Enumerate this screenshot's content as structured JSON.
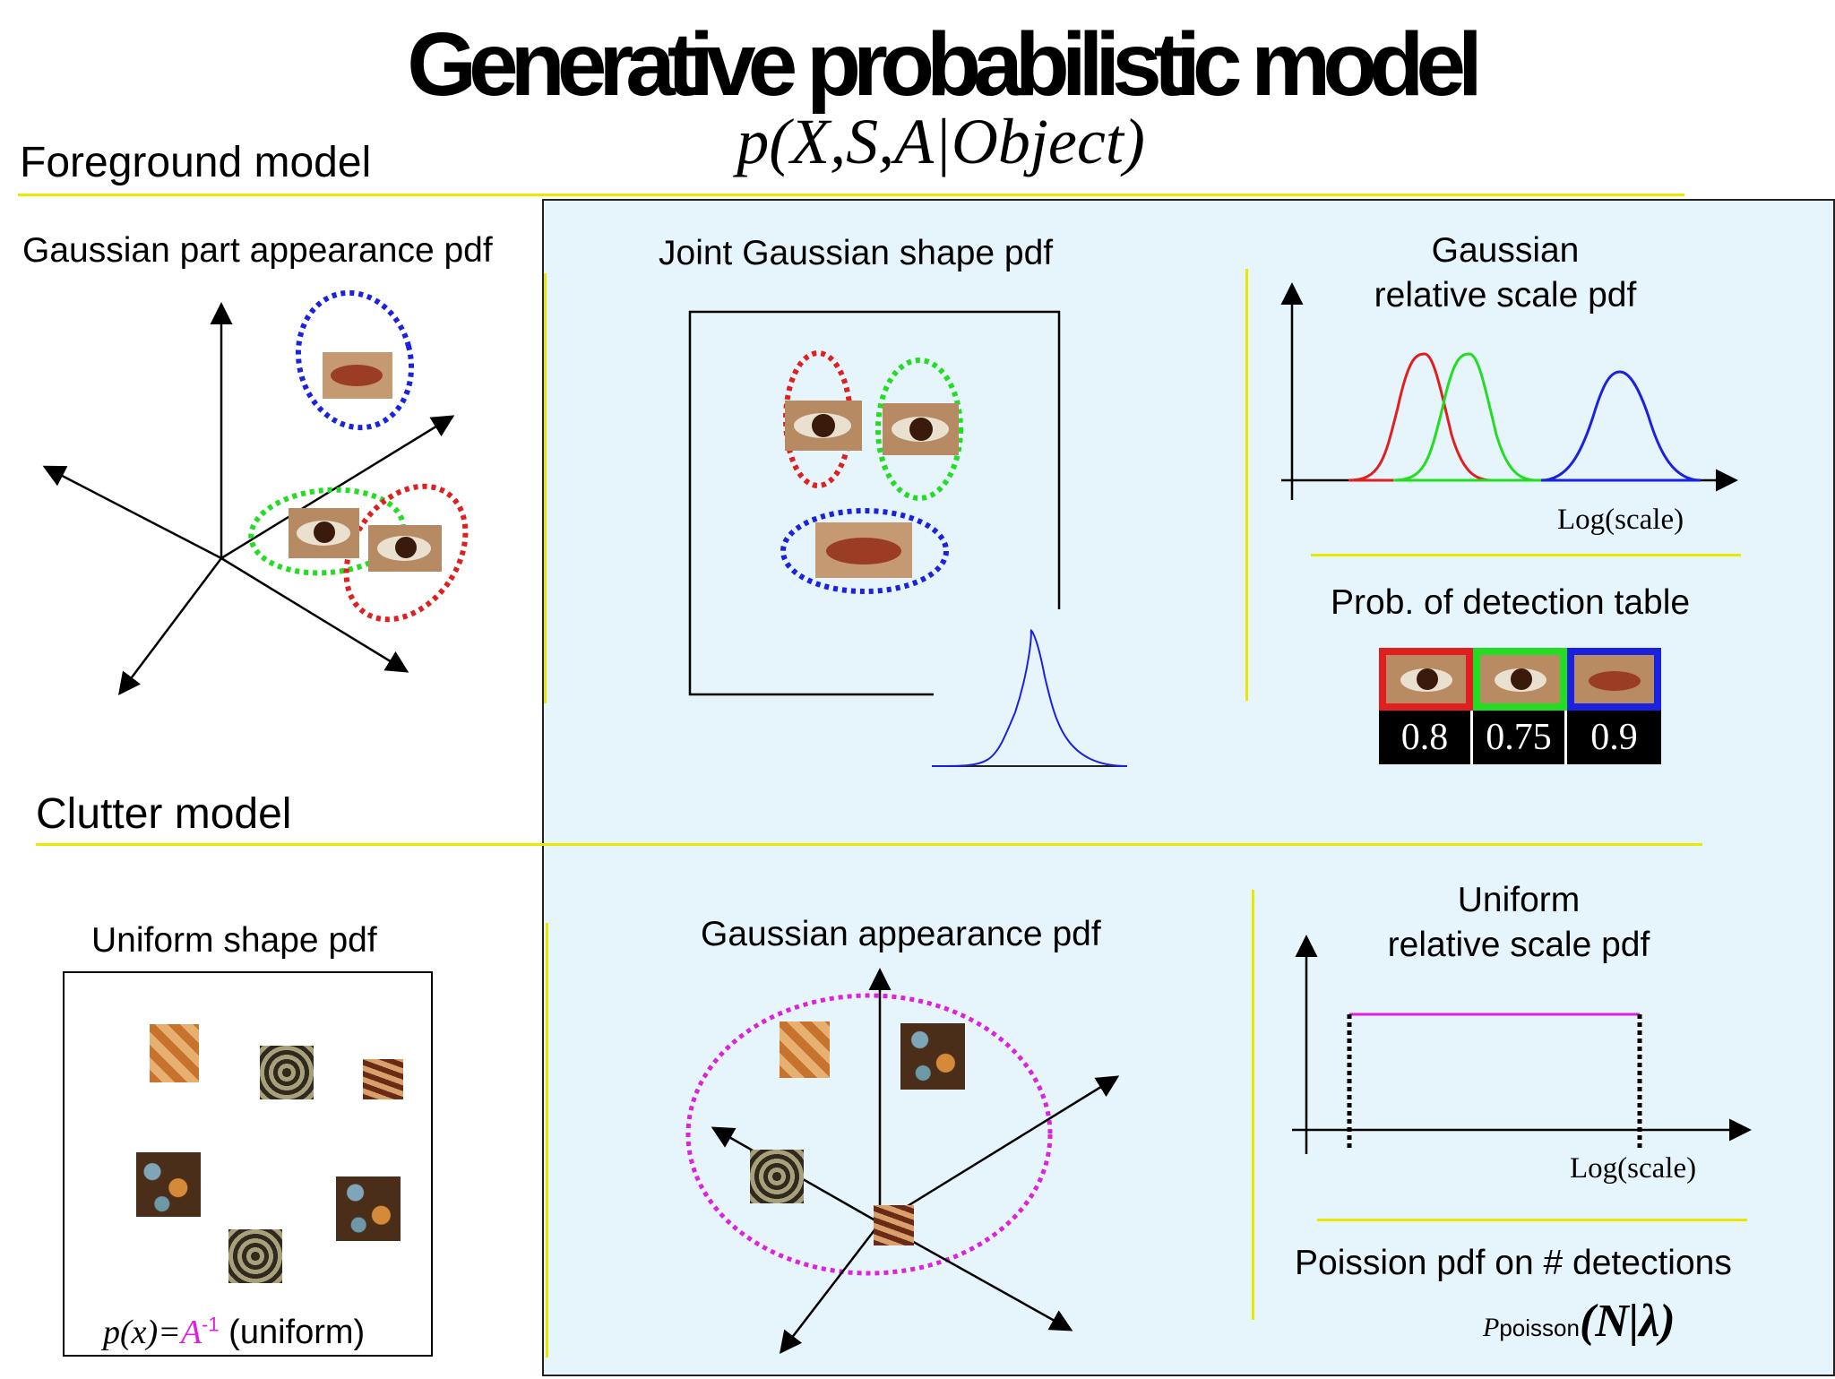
{
  "title": "Generative probabilistic model",
  "formula": "p(X,S,A|Object)",
  "sections": {
    "foreground": "Foreground model",
    "clutter": "Clutter model"
  },
  "panels": {
    "gaussian_part_appearance": "Gaussian part appearance pdf",
    "joint_gaussian_shape": "Joint Gaussian shape pdf",
    "gaussian_relative_scale_line1": "Gaussian",
    "gaussian_relative_scale_line2": "relative scale pdf",
    "log_scale_top": "Log(scale)",
    "prob_detection_table": "Prob. of detection table",
    "uniform_shape": "Uniform shape pdf",
    "gaussian_appearance": "Gaussian appearance pdf",
    "uniform_relative_scale_line1": "Uniform",
    "uniform_relative_scale_line2": "relative scale pdf",
    "log_scale_bottom": "Log(scale)",
    "poisson_pdf": "Poission pdf on # detections"
  },
  "uniform_formula": {
    "lhs": "p(x)=",
    "a": "A",
    "exp": "-1",
    "suffix": " (uniform)"
  },
  "poisson_formula": {
    "prefix": "P",
    "sub": "poisson",
    "args": "(N|λ)"
  },
  "detection_table": [
    {
      "part": "left-eye",
      "color": "#e02020",
      "value": "0.8"
    },
    {
      "part": "right-eye",
      "color": "#22dd22",
      "value": "0.75"
    },
    {
      "part": "mouth",
      "color": "#1a22e0",
      "value": "0.9"
    }
  ],
  "colors": {
    "red": "#e02020",
    "green": "#22dd22",
    "blue": "#1a22e0",
    "magenta": "#dd22dd",
    "rule": "#e9e900",
    "panel": "#e6f4fb"
  }
}
